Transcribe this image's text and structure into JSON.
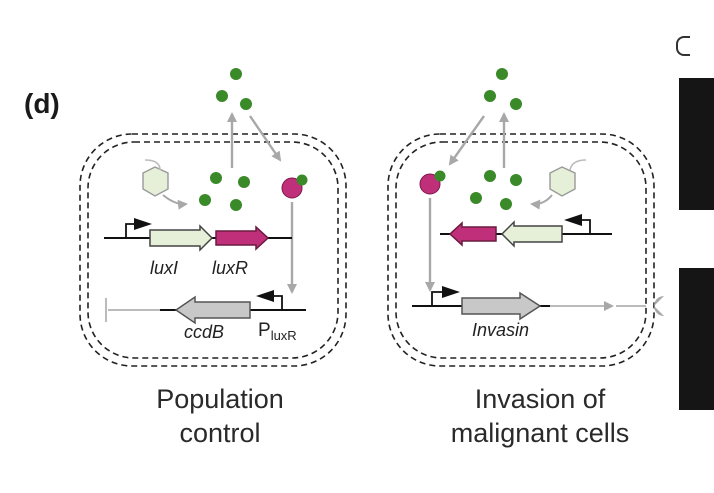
{
  "panel": {
    "label": "(d)"
  },
  "left_cell": {
    "caption_line1": "Population",
    "caption_line2": "control",
    "genes": {
      "luxI": "luxI",
      "luxR": "luxR",
      "ccdB": "ccdB"
    },
    "promoter": {
      "main": "P",
      "sub": "luxR"
    }
  },
  "right_cell": {
    "caption_line1": "Invasion of",
    "caption_line2": "malignant cells",
    "genes": {
      "invasin": "Invasin"
    }
  },
  "colors": {
    "autoinducer": "#3a8a2a",
    "luxR_protein": "#c0307a",
    "luxI_gene": "#e6f0d8",
    "ccdB_gene": "#c8c8c8",
    "arrow_gray": "#a8a8a8",
    "membrane": "#222222"
  }
}
